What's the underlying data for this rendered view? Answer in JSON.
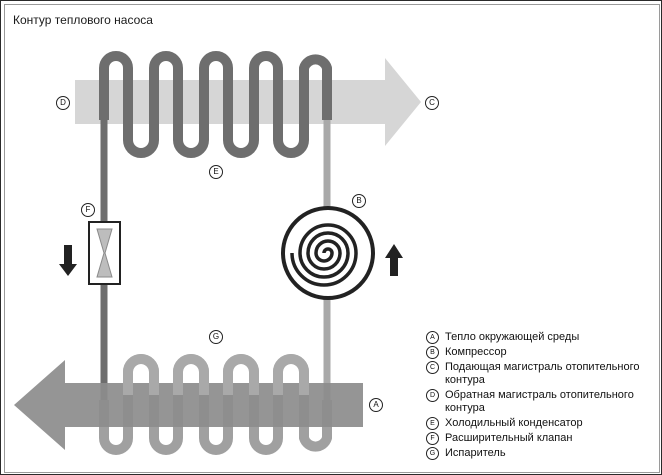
{
  "title": "Контур теплового насоса",
  "markers": {
    "A": "A",
    "B": "B",
    "C": "C",
    "D": "D",
    "E": "E",
    "F": "F",
    "G": "G"
  },
  "legend": [
    {
      "key": "A",
      "label": "Тепло окружающей среды"
    },
    {
      "key": "B",
      "label": "Компрессор"
    },
    {
      "key": "C",
      "label": "Подающая магистраль отопительного контура"
    },
    {
      "key": "D",
      "label": "Обратная магистраль отопительного контура"
    },
    {
      "key": "E",
      "label": "Холодильный конденсатор"
    },
    {
      "key": "F",
      "label": "Расширительный клапан"
    },
    {
      "key": "G",
      "label": "Испаритель"
    }
  ],
  "colors": {
    "pipe_dark": "#6e6e6e",
    "pipe_mid": "#8a8a8a",
    "pipe_light": "#a9a9a9",
    "arrow_light": "#d6d6d6",
    "arrow_dark": "#8c8c8c",
    "ink": "#111111"
  }
}
